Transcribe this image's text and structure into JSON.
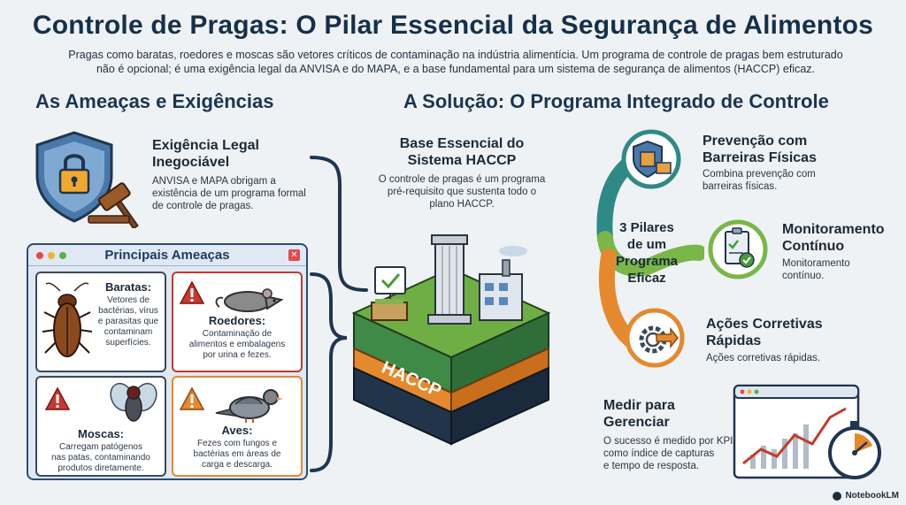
{
  "header": {
    "title": "Controle de Pragas: O Pilar Essencial da Segurança de Alimentos",
    "intro_line1": "Pragas como baratas, roedores e moscas são vetores críticos de contaminação na indústria alimentícia. Um programa de controle de pragas bem estruturado",
    "intro_line2": "não é opcional; é uma exigência legal da ANVISA e do MAPA, e a base fundamental para um sistema de segurança de alimentos (HACCP) eficaz."
  },
  "left": {
    "heading": "As Ameaças e Exigências",
    "legal": {
      "title_line1": "Exigência Legal",
      "title_line2": "Inegociável",
      "body_line1": "ANVISA e MAPA obrigam a",
      "body_line2": "existência de um programa formal",
      "body_line3": "de controle de pragas."
    },
    "threats": {
      "window_title": "Principais Ameaças",
      "cards": [
        {
          "title": "Baratas:",
          "lines": [
            "Vetores de",
            "bactérias, vírus",
            "e parasitas que",
            "contaminam",
            "superfícies."
          ]
        },
        {
          "title": "Roedores:",
          "lines": [
            "Contaminação de",
            "alimentos e embalagens",
            "por urina e fezes."
          ]
        },
        {
          "title": "Moscas:",
          "lines": [
            "Carregam patógenos",
            "nas patas, contaminando",
            "produtos diretamente."
          ]
        },
        {
          "title": "Aves:",
          "lines": [
            "Fezes com fungos e",
            "bactérias em áreas de",
            "carga e descarga."
          ]
        }
      ]
    }
  },
  "right": {
    "heading": "A Solução: O Programa Integrado de Controle",
    "base": {
      "title_line1": "Base Essencial do",
      "title_line2": "Sistema HACCP",
      "body_line1": "O controle de pragas é um programa",
      "body_line2": "pré-requisito que sustenta todo o",
      "body_line3": "plano HACCP.",
      "block_label": "HACCP"
    },
    "pillars": {
      "center_line1": "3 Pilares",
      "center_line2": "de um",
      "center_line3": "Programa",
      "center_line4": "Eficaz",
      "items": [
        {
          "title_line1": "Prevenção com",
          "title_line2": "Barreiras Físicas",
          "body_line1": "Combina prevenção com",
          "body_line2": "barreiras físicas."
        },
        {
          "title_line1": "Monitoramento",
          "title_line2": "Contínuo",
          "body_line1": "Monitoramento",
          "body_line2": "contínuo."
        },
        {
          "title_line1": "Ações Corretivas",
          "title_line2": "Rápidas",
          "body_line1": "Ações corretivas rápidas.",
          "body_line2": ""
        }
      ]
    },
    "measure": {
      "title_line1": "Medir para",
      "title_line2": "Gerenciar",
      "body_line1": "O sucesso é medido por KPIs",
      "body_line2": "como índice de capturas",
      "body_line3": "e tempo de resposta."
    }
  },
  "footer": {
    "brand": "NotebookLM"
  },
  "colors": {
    "navy": "#1b3550",
    "teal": "#2f8a86",
    "green": "#7ab648",
    "orange": "#e5892f",
    "red": "#c43a2e"
  }
}
